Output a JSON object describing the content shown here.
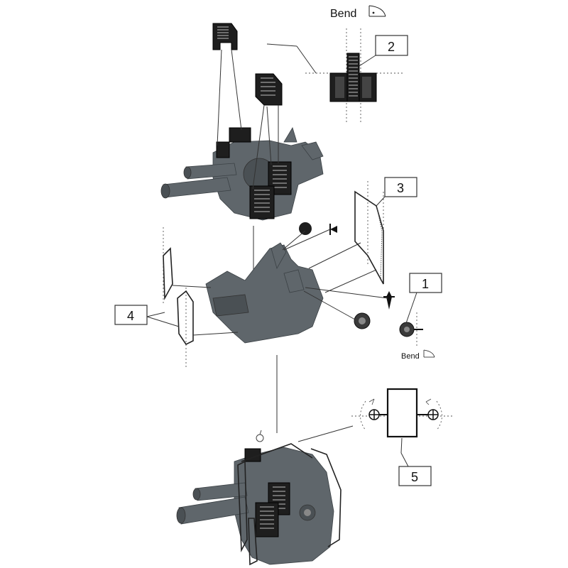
{
  "labels": {
    "bend_top": "Bend",
    "bend_bottom": "Bend",
    "callout_1": "1",
    "callout_2": "2",
    "callout_3": "3",
    "callout_4": "4",
    "callout_5": "5"
  },
  "colors": {
    "resin": "#5f666b",
    "photo_etch": "#1e1e1e",
    "line": "#333333"
  },
  "icons": [
    "bend-angle-icon",
    "pivot-arrow-icon"
  ]
}
